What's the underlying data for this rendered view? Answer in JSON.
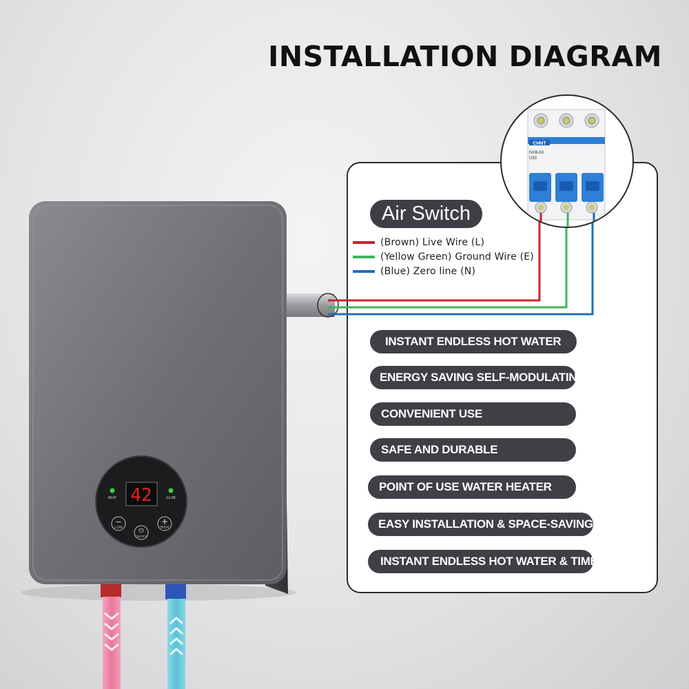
{
  "title": "INSTALLATION DIAGRAM",
  "air_switch": {
    "label": "Air Switch",
    "brand": "CHNT",
    "model": "NXB-63",
    "rating": "C63"
  },
  "wires": [
    {
      "label": "(Brown) Live Wire (L)",
      "color": "#c8242b"
    },
    {
      "label": "(Yellow Green) Ground Wire (E)",
      "color": "#3fb55a"
    },
    {
      "label": "(Blue) Zero line (N)",
      "color": "#1f6fb5"
    }
  ],
  "features": [
    "INSTANT ENDLESS HOT WATER",
    "ENERGY SAVING SELF-MODULATING",
    "CONVENIENT USE",
    "SAFE AND DURABLE",
    "POINT OF USE WATER HEATER",
    "EASY INSTALLATION & SPACE-SAVING",
    "INSTANT ENDLESS HOT WATER & TIME"
  ],
  "heater": {
    "display_value": "42",
    "indicator_left": "HEAT",
    "indicator_right": "ELOB",
    "btn_low_symbol": "−",
    "btn_low_label": "LOW",
    "btn_power_symbol": "⏻",
    "btn_power_label": "ON/OFF",
    "btn_high_symbol": "+",
    "btn_high_label": "HIGH"
  },
  "colors": {
    "heater_body": "#6f7073",
    "panel_pill": "#3e4046",
    "hot_pipe": "#e8779a",
    "cold_pipe": "#58c2d8"
  }
}
